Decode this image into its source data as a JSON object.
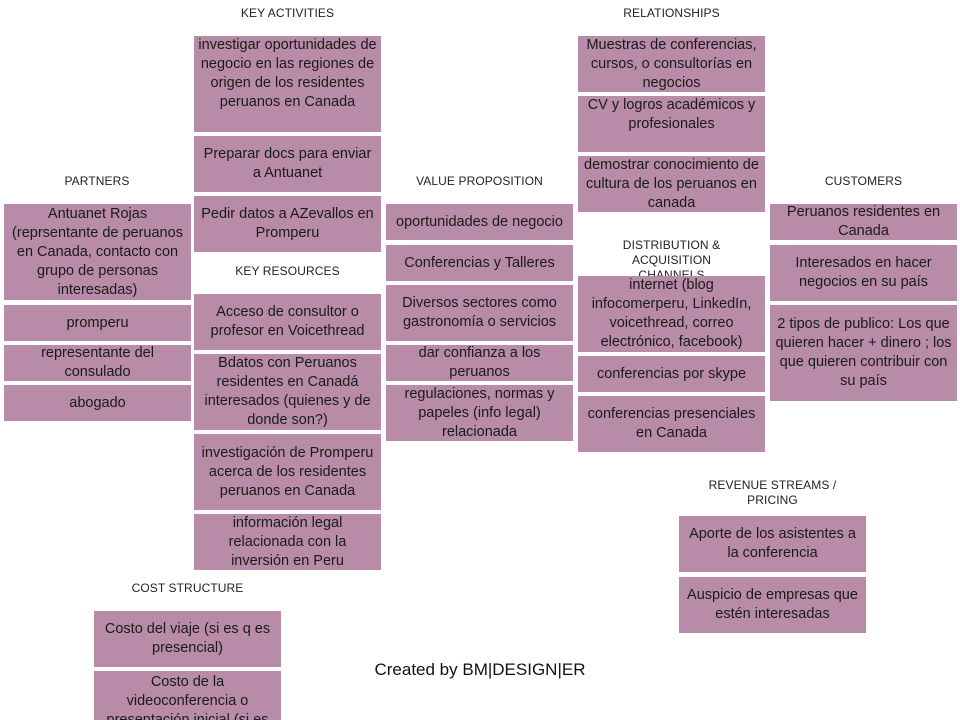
{
  "headers": {
    "key_activities": "KEY ACTIVITIES",
    "relationships": "RELATIONSHIPS",
    "partners": "PARTNERS",
    "value_proposition": "VALUE PROPOSITION",
    "customers": "CUSTOMERS",
    "distribution": "DISTRIBUTION  &  ACQUISITION  CHANNELS",
    "key_resources": "KEY RESOURCES",
    "revenue": "REVENUE STREAMS  /  PRICING",
    "cost": "COST  STRUCTURE"
  },
  "key_activities": [
    "investigar oportunidades de negocio en las regiones de origen de los residentes peruanos en Canada",
    "Preparar docs para enviar a Antuanet",
    "Pedir datos a AZevallos en Promperu"
  ],
  "relationships": [
    "Muestras de conferencias, cursos, o consultorías en negocios",
    "CV y logros académicos y profesionales",
    "demostrar conocimiento de cultura de los peruanos en canada"
  ],
  "partners": [
    "Antuanet Rojas (reprsentante de peruanos en Canada, contacto con grupo de personas interesadas)",
    "promperu",
    "representante del consulado",
    "abogado"
  ],
  "value_proposition": [
    "oportunidades de negocio",
    "Conferencias y Talleres",
    "Diversos sectores como gastronomía o servicios",
    "dar confianza a los peruanos",
    "regulaciones, normas y papeles  (info legal) relacionada"
  ],
  "customers": [
    "Peruanos residentes en Canada",
    "Interesados en hacer negocios en su país",
    "2 tipos de publico: Los que quieren hacer + dinero ; los que quieren contribuir con su país"
  ],
  "distribution": [
    "internet (blog infocomerperu, LinkedIn, voicethread, correo electrónico, facebook)",
    "conferencias por skype",
    "conferencias presenciales en Canada"
  ],
  "key_resources": [
    "Acceso de consultor o profesor en Voicethread",
    "Bdatos con Peruanos residentes en Canadá interesados (quienes y de donde son?)",
    "investigación de Promperu acerca de los residentes peruanos en Canada",
    "información legal relacionada con la inversión en Peru"
  ],
  "revenue": [
    "Aporte de los asistentes a la conferencia",
    "Auspicio de empresas que estén interesadas"
  ],
  "cost": [
    "Costo del viaje (si es q es presencial)",
    "Costo de la videoconferencia o presentación inicial (si es que se cobra)"
  ],
  "footer": "Created by BM|DESIGN|ER"
}
